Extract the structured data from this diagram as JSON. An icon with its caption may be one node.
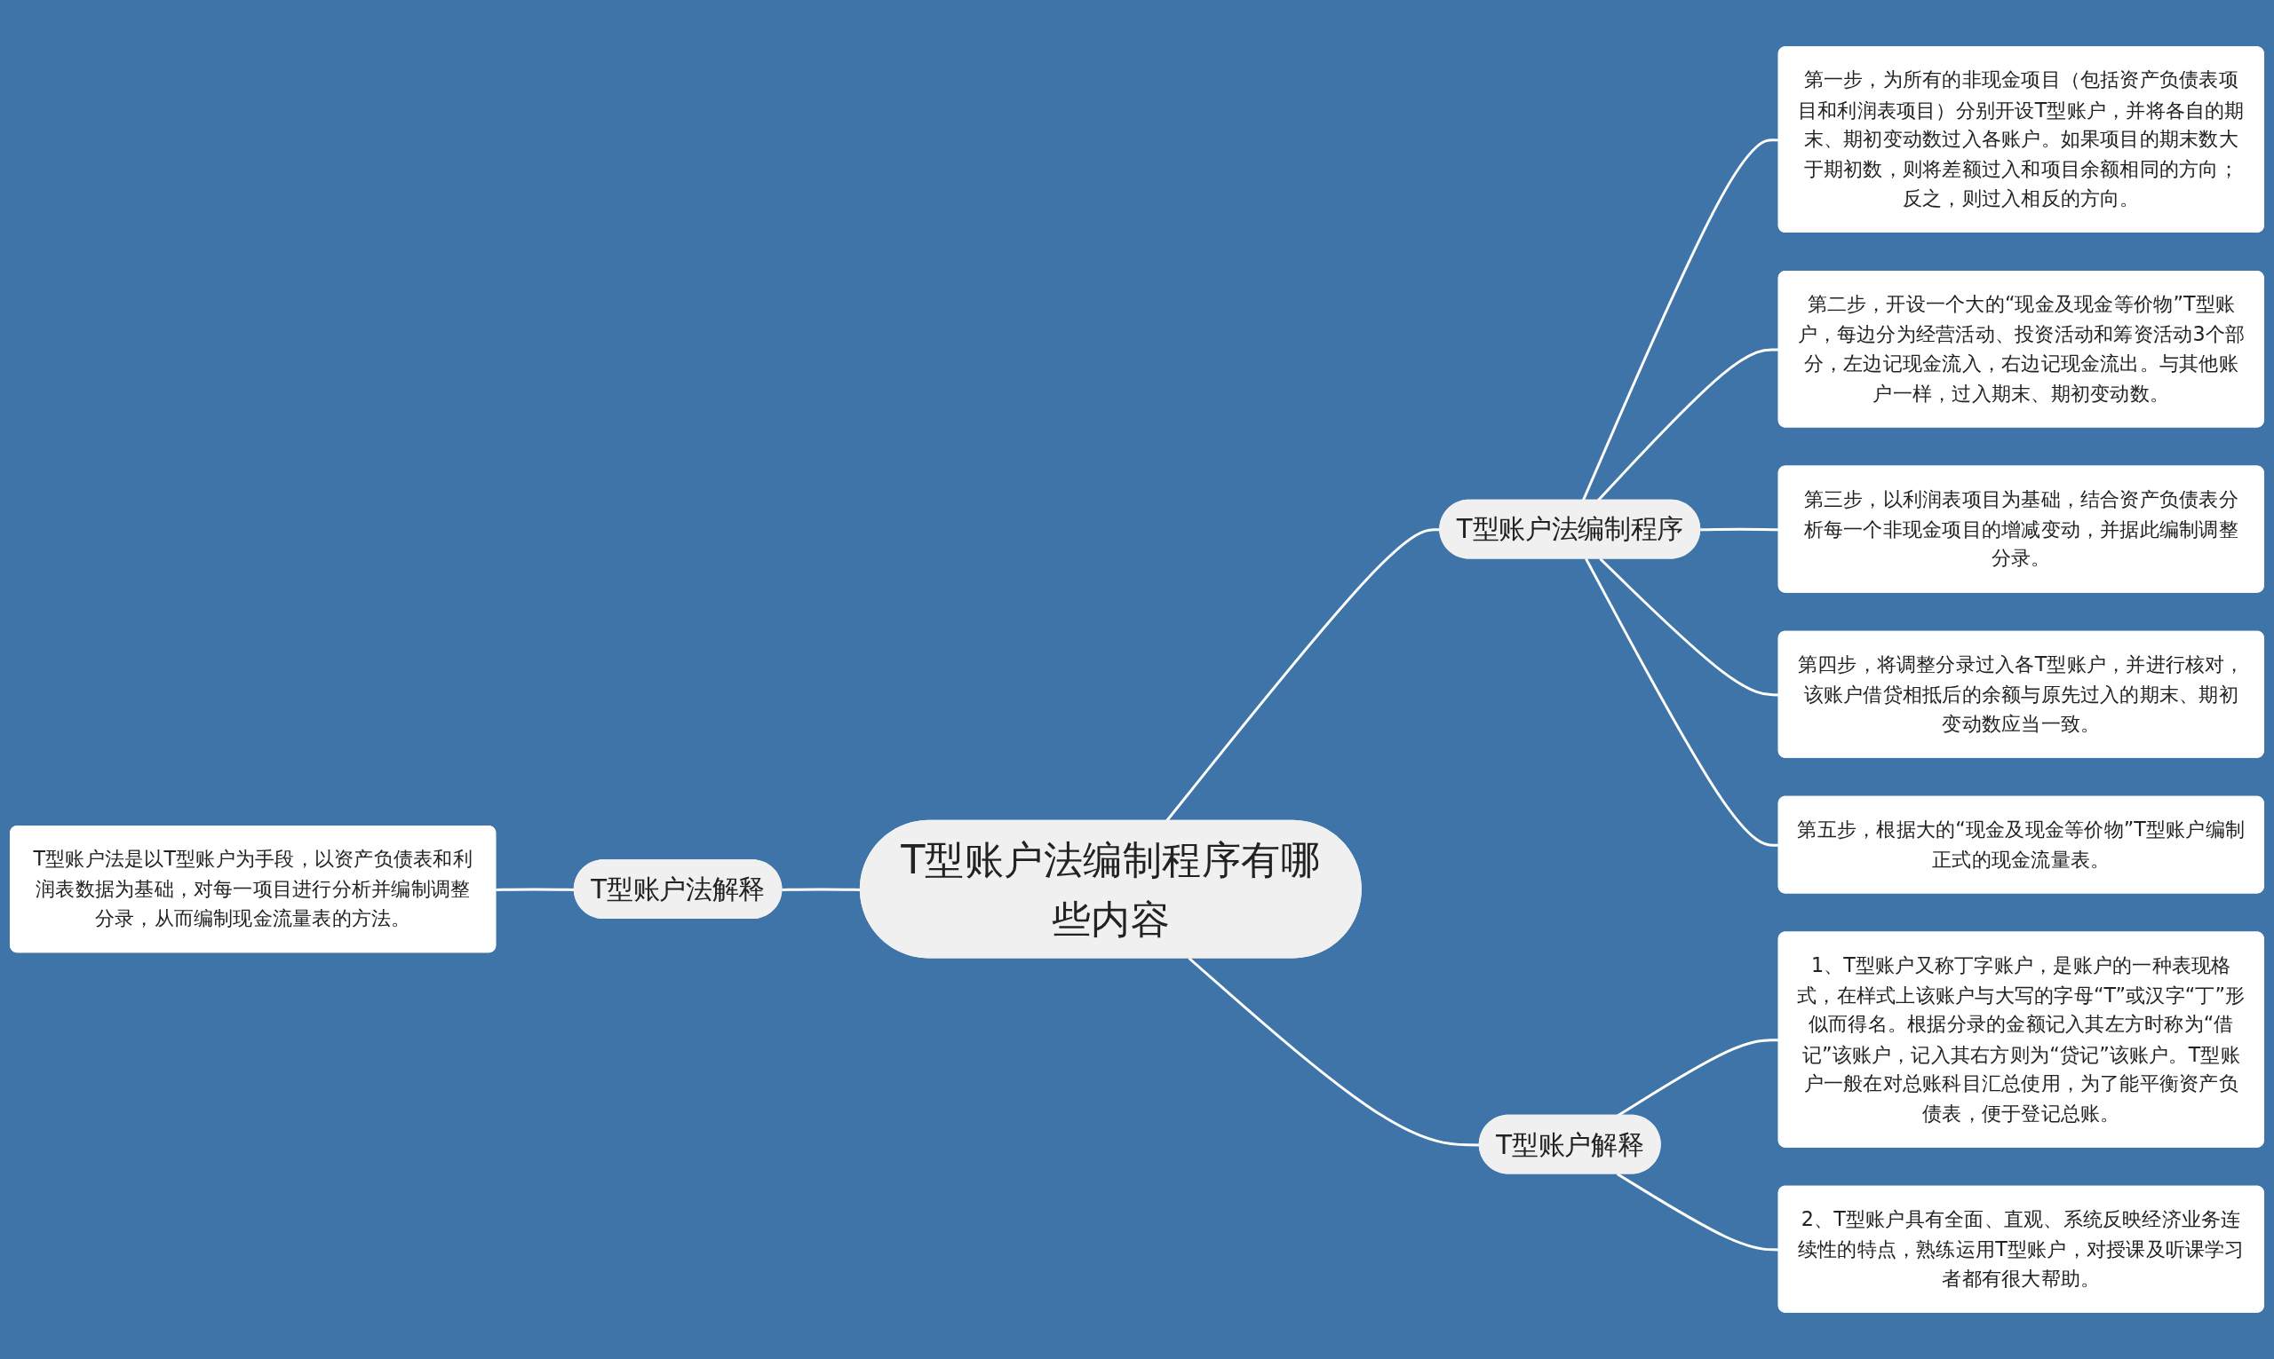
{
  "diagram": {
    "nodes": [
      {
        "text": [
          "T型账户法编制程序有哪些内容"
        ]
      },
      {
        "text": [
          "T型账户法编制程序"
        ]
      },
      {
        "text": [
          "第一步，为所有的非现金项目（包括资产负债表项目和利润表项目）分别开设T型账户，并将各自的期末、期初变动数过入各账户。如果项目的期末数大于期初数，则将差额过入和项目余额相同的方向；反之，则过入相反的方向。"
        ]
      },
      {
        "text": [
          "第二步，开设一个大的“现金及现金等价物”T型账户，每边分为经营活动、投资活动和筹资活动3个部分，左边记现金流入，右边记现金流出。与其他账户一样，过入期末、期初变动数。"
        ]
      },
      {
        "text": [
          "第三步，以利润表项目为基础，结合资产负债表分析每一个非现金项目的增减变动，并据此编制调整分录。"
        ]
      },
      {
        "text": [
          "第四步，将调整分录过入各T型账户，并进行核对，该账户借贷相抵后的余额与原先过入的期末、期初变动数应当一致。"
        ]
      },
      {
        "text": [
          "第五步，根据大的“现金及现金等价物”T型账户编制正式的现金流量表。"
        ]
      },
      {
        "text": [
          "T型账户解释"
        ]
      },
      {
        "text": [
          "1、T型账户又称丁字账户，是账户的一种表现格式，在样式上该账户与大写的字母“T”或汉字“丁”形似而得名。根据分录的金额记入其左方时称为“借记”该账户，记入其右方则为“贷记”该账户。T型账户一般在对总账科目汇总使用，为了能平衡资产负债表，便于登记总账。"
        ]
      },
      {
        "text": [
          "2、T型账户具有全面、直观、系统反映经济业务连续性的特点，熟练运用T型账户，对授课及听课学习者都有很大帮助。"
        ]
      },
      {
        "text": [
          "T型账户法解释"
        ]
      },
      {
        "text": [
          "T型账户法是以T型账户为手段，以资产负债表和利润表数据为基础，对每一项目进行分析并编制调整分录，从而编制现金流量表的方法。"
        ]
      }
    ],
    "edges": [
      {
        "from": 0,
        "to": 1,
        "arrow": "none"
      },
      {
        "from": 1,
        "to": 2,
        "arrow": "none"
      },
      {
        "from": 1,
        "to": 3,
        "arrow": "none"
      },
      {
        "from": 1,
        "to": 4,
        "arrow": "none"
      },
      {
        "from": 1,
        "to": 5,
        "arrow": "none"
      },
      {
        "from": 1,
        "to": 6,
        "arrow": "none"
      },
      {
        "from": 0,
        "to": 7,
        "arrow": "none"
      },
      {
        "from": 7,
        "to": 8,
        "arrow": "none"
      },
      {
        "from": 7,
        "to": 9,
        "arrow": "none"
      },
      {
        "from": 0,
        "to": 10,
        "arrow": "none"
      },
      {
        "from": 10,
        "to": 11,
        "arrow": "none"
      }
    ]
  }
}
